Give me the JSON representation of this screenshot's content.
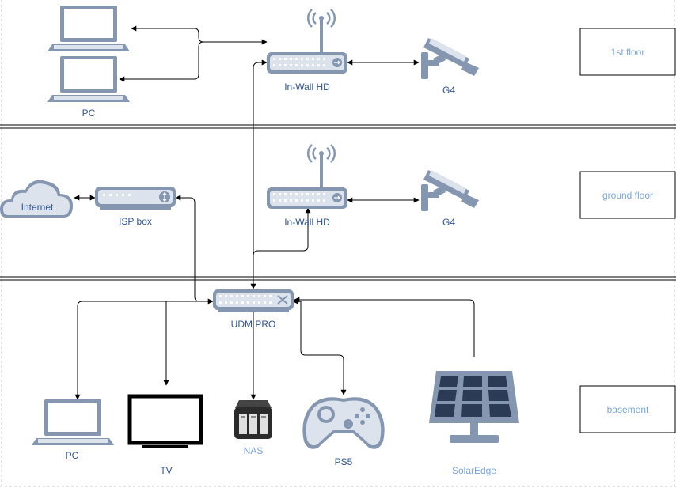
{
  "floors": {
    "first": "1st floor",
    "ground": "ground floor",
    "basement": "basement"
  },
  "nodes": {
    "pc_top": "PC",
    "inwall_1": "In-Wall HD",
    "g4_1": "G4",
    "internet": "Internet",
    "isp_box": "ISP box",
    "inwall_2": "In-Wall HD",
    "g4_2": "G4",
    "udm_pro": "UDM PRO",
    "pc_bottom": "PC",
    "tv": "TV",
    "nas": "NAS",
    "ps5": "PS5",
    "solaredge": "SolarEdge"
  },
  "colors": {
    "device": "#8496b0",
    "device_light": "#dde3ec",
    "label_dark": "#2f5597",
    "label_light": "#7ba7d9",
    "line": "#000000"
  },
  "icons": {
    "pc": "laptop-icon",
    "inwall": "wireless-access-point-icon",
    "g4": "security-camera-icon",
    "internet": "cloud-icon",
    "isp_box": "modem-icon",
    "udm": "router-icon",
    "tv": "monitor-icon",
    "nas": "nas-icon",
    "ps5": "gamepad-icon",
    "solaredge": "solar-panel-icon"
  }
}
